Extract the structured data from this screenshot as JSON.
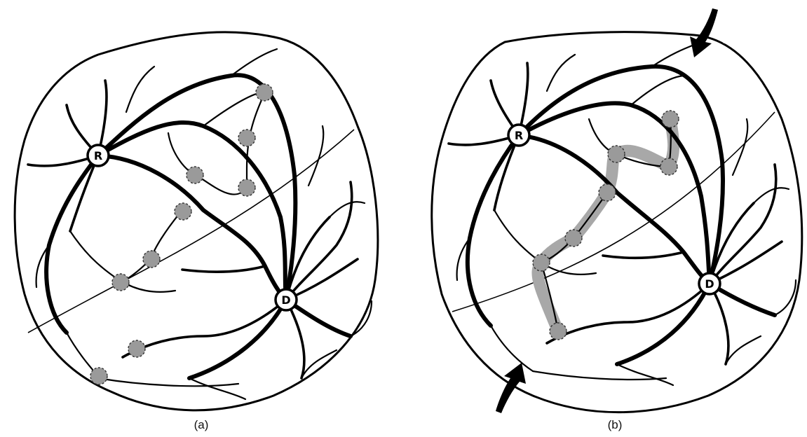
{
  "figure": {
    "panels": [
      {
        "id": "a",
        "caption": "(a)",
        "node_labels": {
          "r": "R",
          "d": "D"
        }
      },
      {
        "id": "b",
        "caption": "(b)",
        "node_labels": {
          "r": "R",
          "d": "D"
        }
      }
    ]
  },
  "colors": {
    "ink": "#000000",
    "spot": "#9a9a9a",
    "route": "#a8a8a8",
    "background": "#ffffff"
  }
}
